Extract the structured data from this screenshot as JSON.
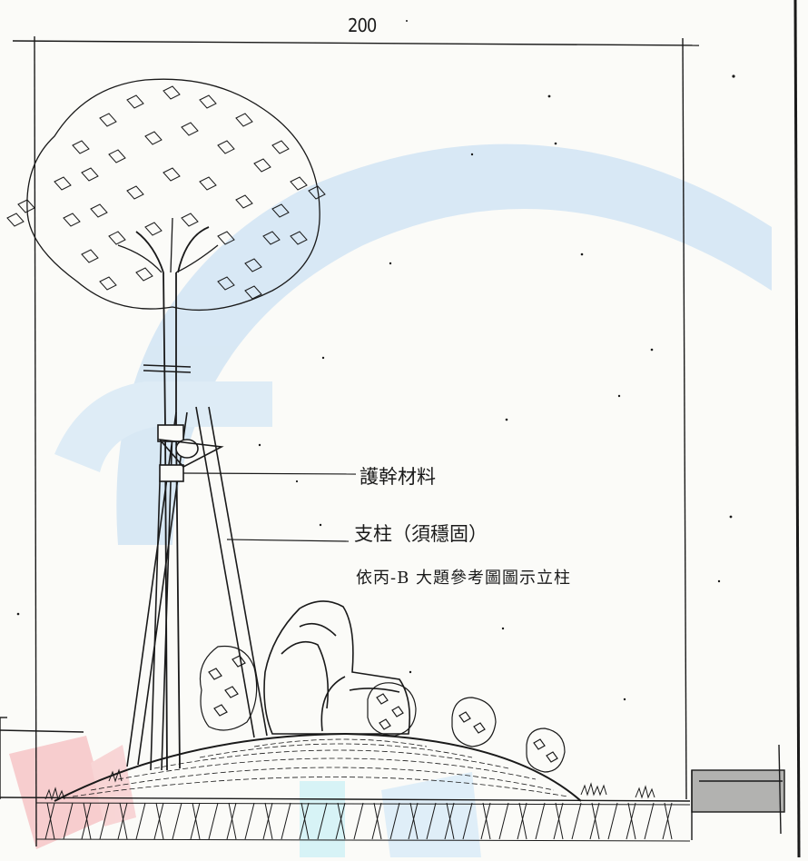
{
  "drawing": {
    "dimension_top": "200",
    "labels": {
      "trunk_protection": "護幹材料",
      "support_post": "支柱（須穩固）",
      "support_note": "依丙-B 大題參考圖圖示立柱"
    }
  },
  "colors": {
    "line": "#1a1a1a",
    "paper": "#fbfbf8",
    "watermark_blue": "#bcd9f2",
    "watermark_red": "#f4a9ad",
    "watermark_cyan": "#b9ecf4"
  }
}
